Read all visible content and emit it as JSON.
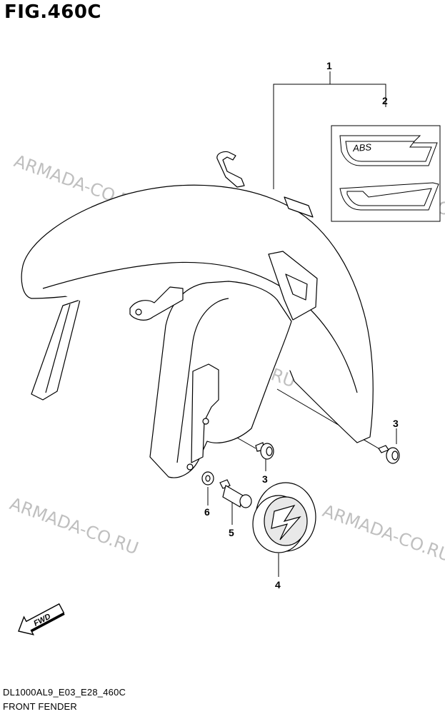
{
  "figure": {
    "title": "FIG.460C",
    "code": "DL1000AL9_E03_E28_460C",
    "name": "FRONT FENDER"
  },
  "watermark": "ARMADA-CO.RU",
  "callouts": [
    "1",
    "2",
    "3",
    "3",
    "4",
    "5",
    "6"
  ],
  "decal_text": "ABS",
  "arrow_label": "FWD"
}
